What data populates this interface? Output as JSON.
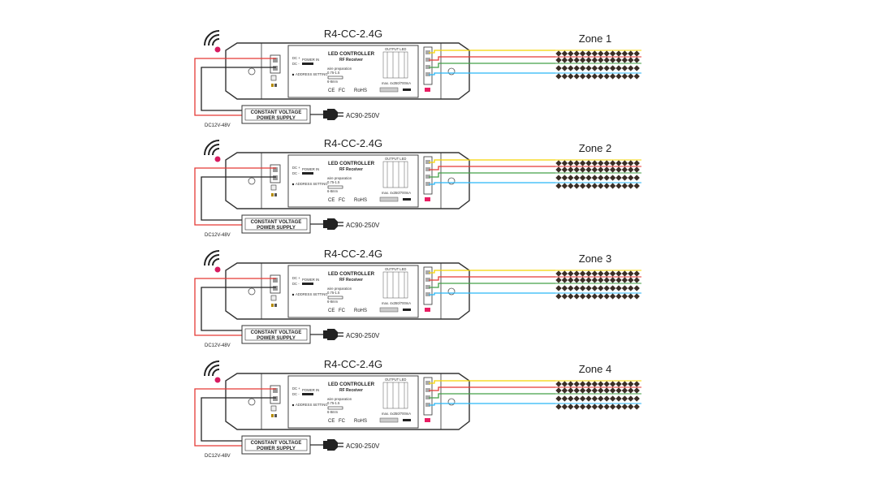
{
  "units": [
    {
      "model": "R4-CC-2.4G",
      "zone": "Zone 1"
    },
    {
      "model": "R4-CC-2.4G",
      "zone": "Zone 2"
    },
    {
      "model": "R4-CC-2.4G",
      "zone": "Zone 3"
    },
    {
      "model": "R4-CC-2.4G",
      "zone": "Zone 4"
    }
  ],
  "labels": {
    "led_controller": "LED CONTROLLER",
    "rf_receiver": "RF Receiver",
    "output_led": "OUTPUT LED",
    "power_in": "POWER IN",
    "dc_plus": "DC +",
    "dc_minus": "DC -",
    "address_setting": "ADDRESS SETTING",
    "wire_preparation": "wire preparation",
    "wire_size": "0.75-1.5",
    "strip_len": "6-8mm",
    "max_current": "max. 4x350/700mA",
    "ce": "CE",
    "fc": "FC",
    "rohs": "RoHS",
    "psu_line1": "CONSTANT VOLTAGE",
    "psu_line2": "POWER SUPPLY",
    "dc_range": "DC12V-48V",
    "ac_range": "AC90-250V"
  },
  "colors": {
    "remote_icon": "#d81b60",
    "wire_yellow": "#f5d400",
    "wire_red": "#e53935",
    "wire_green": "#43a047",
    "wire_blue": "#29b6f6",
    "dc_red": "#e53935",
    "dc_black": "#222222",
    "led": "#3a2e26"
  },
  "icons": {
    "remote": "wifi-signal-icon",
    "plug": "power-plug-icon",
    "led_matrix": "led-array-icon",
    "certifications": "ce-fc-rohs-marks"
  }
}
